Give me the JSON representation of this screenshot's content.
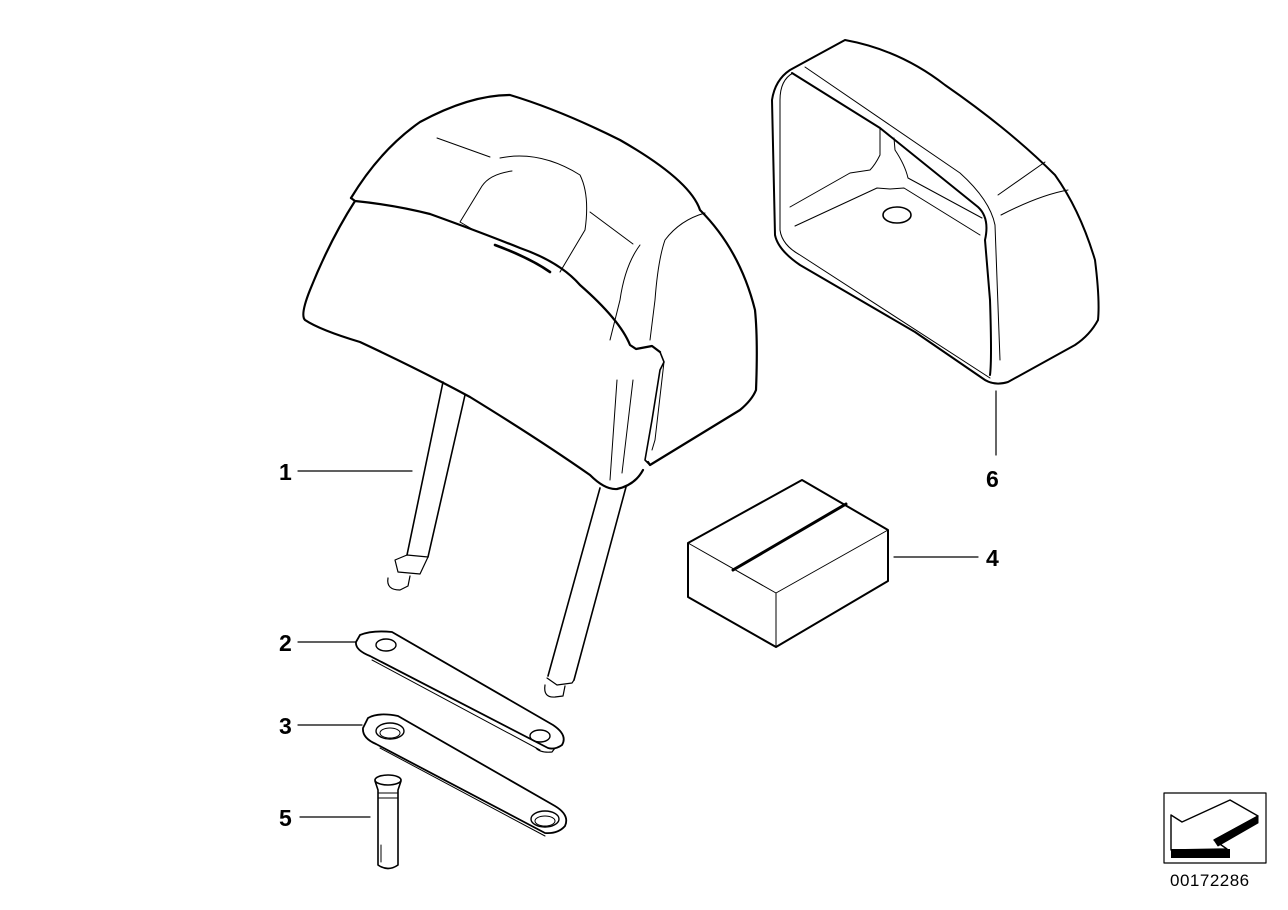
{
  "diagram": {
    "title": "Headrest parts diagram",
    "callouts": [
      {
        "number": "1",
        "part": "headrest"
      },
      {
        "number": "2",
        "part": "upper-guide-plate"
      },
      {
        "number": "3",
        "part": "lower-guide-plate"
      },
      {
        "number": "5",
        "part": "guide-sleeve"
      },
      {
        "number": "4",
        "part": "parts-box"
      },
      {
        "number": "6",
        "part": "headrest-cover"
      }
    ],
    "reference_number": "00172286",
    "nav_icon": "arrow-left-down-icon"
  }
}
